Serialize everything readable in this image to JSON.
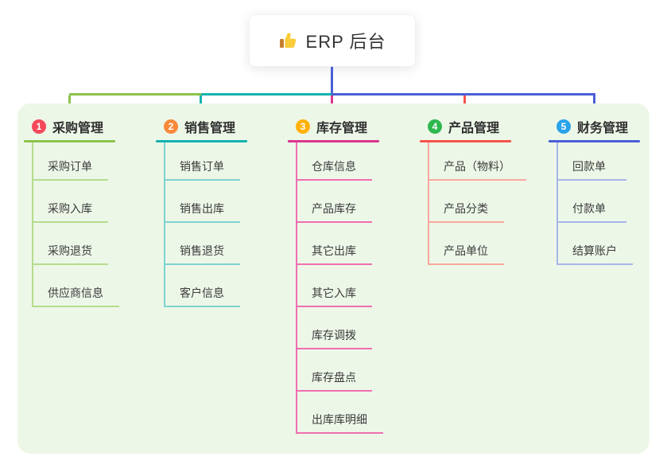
{
  "root": {
    "label": "ERP 后台",
    "icon": "thumbs-up-icon"
  },
  "connector": {
    "root_line_color": "#4A5FD5"
  },
  "panel": {
    "background": "#EDF7E8"
  },
  "branches": [
    {
      "num": "1",
      "title": "采购管理",
      "badge_color": "#F5495B",
      "line_color": "#8BC34A",
      "light_color": "#B5DC8C",
      "items": [
        "采购订单",
        "采购入库",
        "采购退货",
        "供应商信息"
      ]
    },
    {
      "num": "2",
      "title": "销售管理",
      "badge_color": "#F98A3C",
      "line_color": "#13B2B0",
      "light_color": "#7FD3D0",
      "items": [
        "销售订单",
        "销售出库",
        "销售退货",
        "客户信息"
      ]
    },
    {
      "num": "3",
      "title": "库存管理",
      "badge_color": "#FFB108",
      "line_color": "#D9368F",
      "light_color": "#F06EB0",
      "items": [
        "仓库信息",
        "产品库存",
        "其它出库",
        "其它入库",
        "库存调拨",
        "库存盘点",
        "出库库明细"
      ]
    },
    {
      "num": "4",
      "title": "产品管理",
      "badge_color": "#2EB84E",
      "line_color": "#F5534B",
      "light_color": "#F9A89F",
      "items": [
        "产品（物料）",
        "产品分类",
        "产品单位"
      ]
    },
    {
      "num": "5",
      "title": "财务管理",
      "badge_color": "#29A3EA",
      "line_color": "#4A5FD5",
      "light_color": "#A6B5E8",
      "items": [
        "回款单",
        "付款单",
        "结算账户"
      ]
    }
  ]
}
